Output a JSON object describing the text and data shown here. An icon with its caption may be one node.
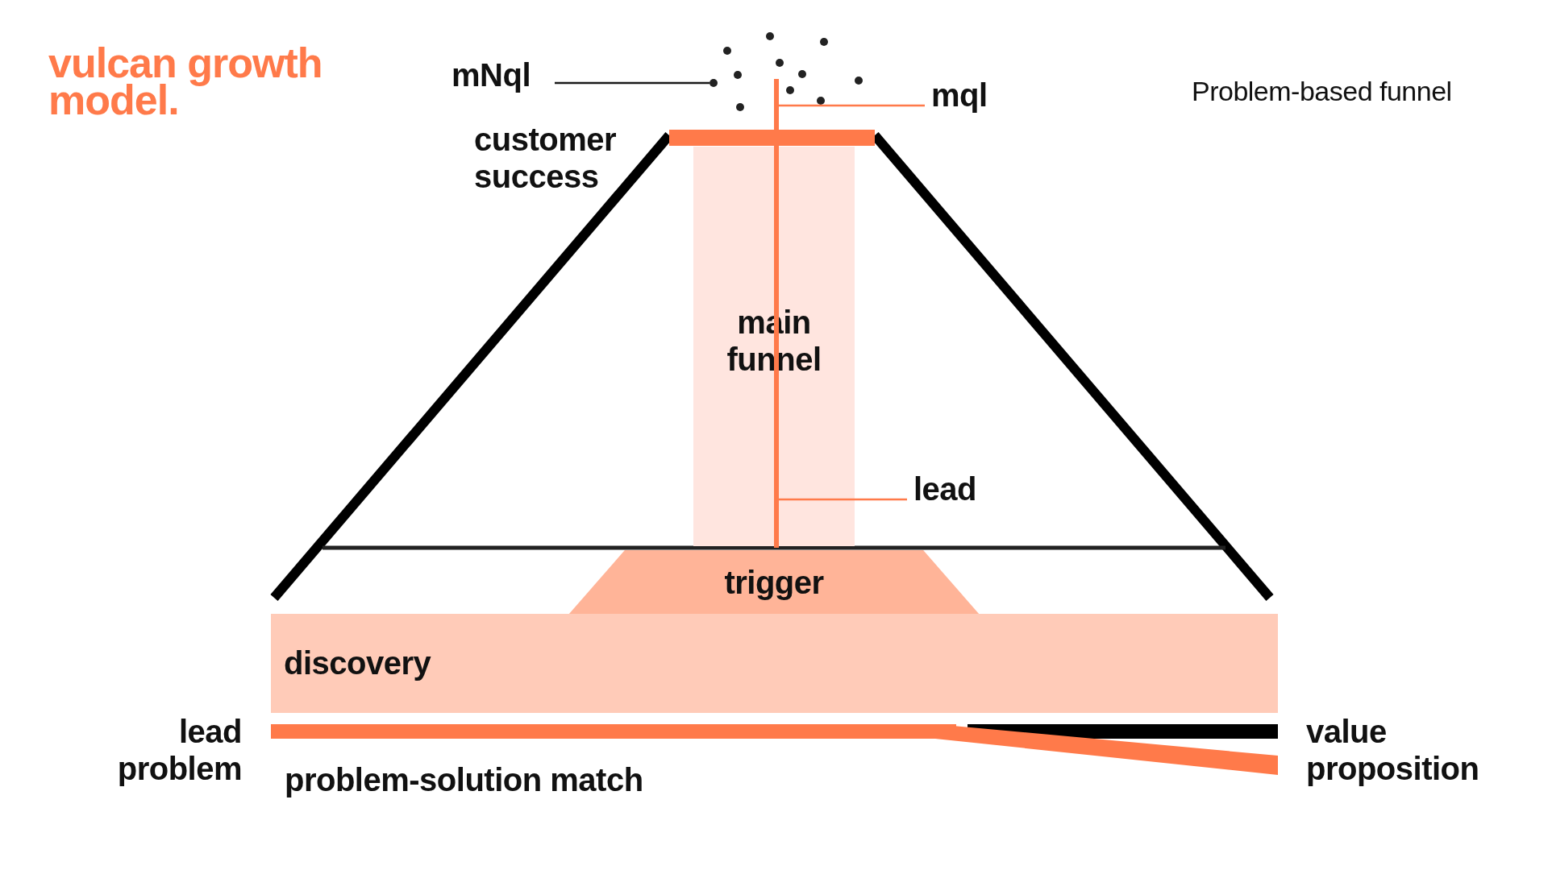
{
  "diagram": {
    "title": "vulcan growth model.",
    "nodes": [
      {
        "text": [
          "mNql"
        ]
      },
      {
        "text": [],
        "shape": "cloud"
      },
      {
        "text": [
          "mql"
        ]
      },
      {
        "text": [],
        "shape": "bar"
      },
      {
        "text": [
          "main funnel"
        ]
      },
      {
        "text": [
          "lead"
        ]
      },
      {
        "text": [
          "trigger"
        ]
      },
      {
        "text": [
          "discovery"
        ]
      }
    ],
    "edges": [
      {
        "from": 0,
        "to": 1,
        "arrow": "none",
        "color": "#1a1a1a"
      },
      {
        "from": 2,
        "to": 3,
        "arrow": "none"
      },
      {
        "from": 5,
        "to": 3,
        "arrow": "none"
      }
    ],
    "labels": [
      "Problem-based funnel",
      "customer success",
      "lead problem",
      "problem-solution match",
      "value proposition"
    ]
  }
}
